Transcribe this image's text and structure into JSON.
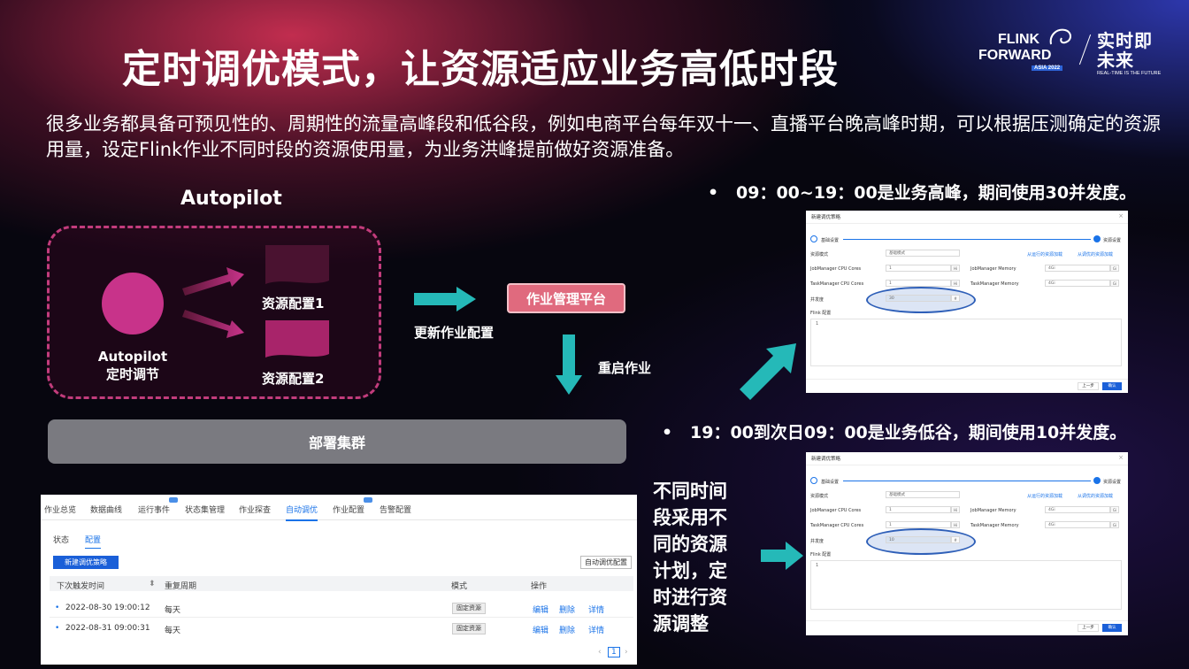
{
  "header": {
    "title": "定时调优模式，让资源适应业务高低时段",
    "logo": {
      "line1": "FLINK",
      "line2": "FORWARD",
      "badge": "ASIA 2022",
      "brand_cn": "实时即未来",
      "tagline": "REAL-TIME IS THE FUTURE"
    }
  },
  "intro": "很多业务都具备可预见性的、周期性的流量高峰段和低谷段，例如电商平台每年双十一、直播平台晚高峰时期，可以根据压测确定的资源用量，设定Flink作业不同时段的资源使用量，为业务洪峰提前做好资源准备。",
  "bullets": [
    "09：00~19：00是业务高峰，期间使用30并发度。",
    "19：00到次日09：00是业务低谷，期间使用10并发度。"
  ],
  "diagram": {
    "title": "Autopilot",
    "node_label_1": "Autopilot",
    "node_label_2": "定时调节",
    "resource_1": "资源配置1",
    "resource_2": "资源配置2",
    "update_label": "更新作业配置",
    "platform": "作业管理平台",
    "restart_label": "重启作业",
    "deploy": "部署集群"
  },
  "console": {
    "tabs": [
      "作业总览",
      "数据曲线",
      "运行事件",
      "状态集管理",
      "作业探查",
      "自动调优",
      "作业配置",
      "告警配置"
    ],
    "active_tab": "自动调优",
    "subtabs": [
      "状态",
      "配置"
    ],
    "active_subtab": "配置",
    "new_button": "新建调优策略",
    "auto_button": "自动调优配置",
    "columns": [
      "下次触发时间",
      "重复周期",
      "模式",
      "操作"
    ],
    "rows": [
      {
        "time": "2022-08-30 19:00:12",
        "period": "每天",
        "mode": "固定资源",
        "actions": [
          "编辑",
          "删除",
          "详情"
        ]
      },
      {
        "time": "2022-08-31 09:00:31",
        "period": "每天",
        "mode": "固定资源",
        "actions": [
          "编辑",
          "删除",
          "详情"
        ]
      }
    ],
    "page": "1"
  },
  "dialog_common": {
    "title": "新建调优策略",
    "step1": "基础设置",
    "step2": "资源设置",
    "mode_label": "资源模式",
    "mode_value": "基础模式",
    "link1": "从运行的资源加载",
    "link2": "从调优的资源加载",
    "jm_cpu": "JobManager CPU Cores",
    "jm_mem": "JobManager Memory",
    "tm_cpu": "TaskManager CPU Cores",
    "tm_mem": "TaskManager Memory",
    "cpu_value": "1",
    "mem_value": "4Gi",
    "parallelism_label": "并发度",
    "flink_conf": "Flink 配置",
    "line_no": "1",
    "prev": "上一步",
    "ok": "确认"
  },
  "dialog_high": {
    "parallelism": "30"
  },
  "dialog_low": {
    "parallelism": "10"
  },
  "side_text": "不同时间段采用不同的资源计划，定时进行资源调整",
  "colors": {
    "accent_pink": "#c8338a",
    "teal_arrow": "#25b9b8",
    "primary_blue": "#1a5fd8"
  }
}
